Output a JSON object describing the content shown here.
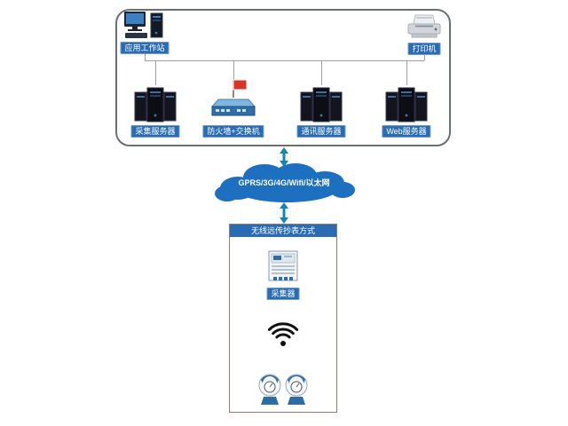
{
  "diagram": {
    "top_box": {
      "workstation": {
        "label": "应用工作站"
      },
      "printer": {
        "label": "打印机"
      },
      "collection_server": {
        "label": "采集服务器"
      },
      "firewall_switch": {
        "label": "防火墙+交换机"
      },
      "comm_server": {
        "label": "通讯服务器"
      },
      "web_server": {
        "label": "Web服务器"
      }
    },
    "cloud": {
      "label": "GPRS/3G/4G/Wifi/以太网"
    },
    "meter_box": {
      "title": "无线远传抄表方式",
      "collector": {
        "label": "采集器"
      }
    },
    "colors": {
      "label_bg": "#2a6cb4",
      "cloud_fill": "#1d6fc0",
      "arrow": "#1285b2",
      "line": "#9aa0a6"
    }
  }
}
